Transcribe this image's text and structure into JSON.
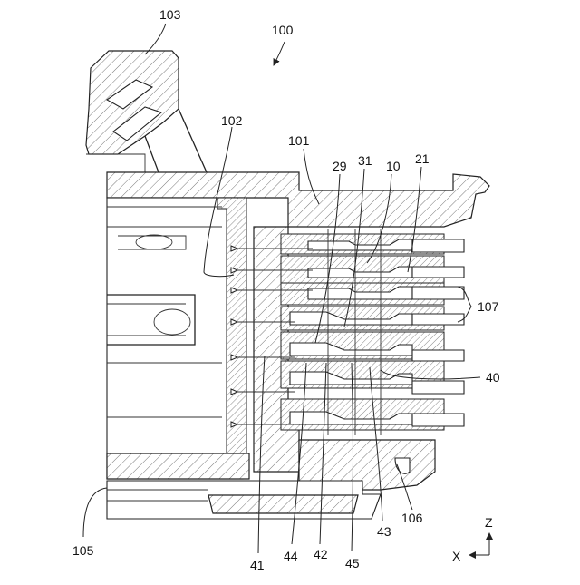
{
  "figure": {
    "labels": {
      "l100": "100",
      "l101": "101",
      "l102": "102",
      "l103": "103",
      "l105": "105",
      "l106": "106",
      "l107": "107",
      "l10": "10",
      "l21": "21",
      "l29": "29",
      "l31": "31",
      "l40": "40",
      "l41": "41",
      "l42": "42",
      "l43": "43",
      "l44": "44",
      "l45": "45"
    },
    "axes": {
      "z": "Z",
      "x": "X"
    }
  }
}
